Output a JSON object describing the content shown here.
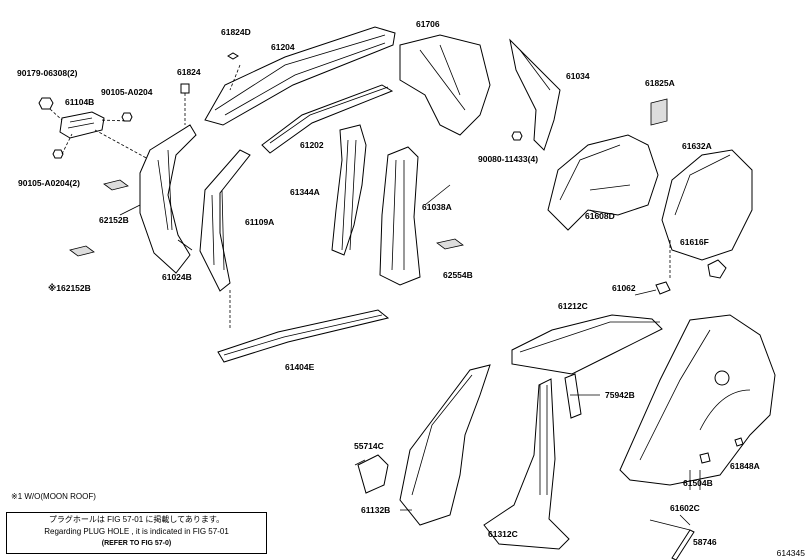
{
  "labels": {
    "p61824D": "61824D",
    "p61204": "61204",
    "p61706": "61706",
    "p61824": "61824",
    "p61034": "61034",
    "p61825A": "61825A",
    "p90179": "90179-06308(2)",
    "p90105a": "90105-A0204",
    "p61104B": "61104B",
    "p61202": "61202",
    "p61632A": "61632A",
    "p90080": "90080-11433(4)",
    "p90105b": "90105-A0204(2)",
    "p61344A": "61344A",
    "p61038A": "61038A",
    "p61608D": "61608D",
    "p62152B": "62152B",
    "p61109A": "61109A",
    "p61616F": "61616F",
    "p61024B": "61024B",
    "p62554B": "62554B",
    "p162152B": "※162152B",
    "p61062": "61062",
    "p61212C": "61212C",
    "p61404E": "61404E",
    "p75942B": "75942B",
    "p55714C": "55714C",
    "p61848A": "61848A",
    "p61504B": "61504B",
    "p61132B": "61132B",
    "p61602C": "61602C",
    "p61312C": "61312C",
    "p58746": "58746"
  },
  "footnote": "※1 W/O(MOON ROOF)",
  "notebox": {
    "line1": "プラグホールは FIG 57-01 に掲載してあります。",
    "line2": "Regarding PLUG HOLE , it is indicated in FIG 57-01",
    "line3": "(REFER TO FIG 57-0)"
  },
  "figure_number": "614345"
}
